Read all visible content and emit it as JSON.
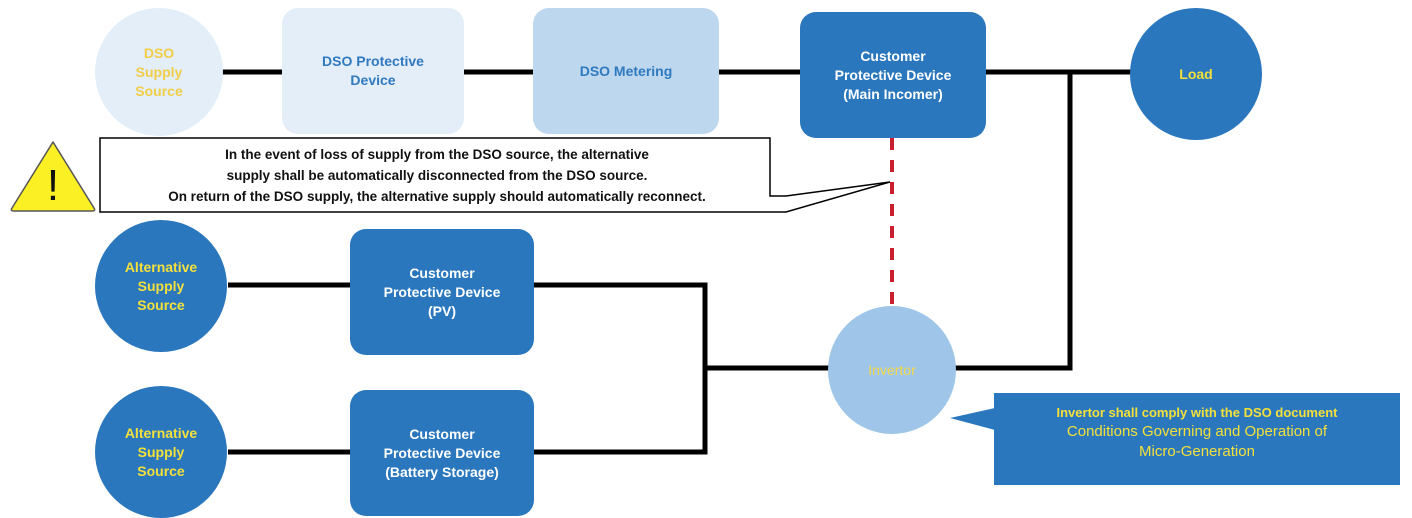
{
  "nodes": {
    "dso_source": "DSO Supply Source",
    "dso_protective": "DSO Protective Device",
    "dso_metering": "DSO Metering",
    "customer_main": [
      "Customer",
      "Protective Device",
      "(Main Incomer)"
    ],
    "load": "Load",
    "alt_source_1": [
      "Alternative",
      "Supply",
      "Source"
    ],
    "alt_source_2": [
      "Alternative",
      "Supply",
      "Source"
    ],
    "customer_pv": [
      "Customer",
      "Protective Device",
      "(PV)"
    ],
    "customer_battery": [
      "Customer",
      "Protective Device",
      "(Battery Storage)"
    ],
    "invertor": "Invertor"
  },
  "callout": {
    "lines": [
      "In the event of loss of supply from the DSO source, the alternative",
      "supply shall be automatically disconnected from the DSO source.",
      "On return of the DSO supply, the alternative supply should automatically reconnect."
    ],
    "warning_symbol": "!",
    "warning_icon": "warning-triangle-icon"
  },
  "note": {
    "heading": "Invertor shall comply with the DSO document",
    "body": [
      "Conditions Governing and Operation of",
      "Micro-Generation"
    ]
  },
  "colors": {
    "dark_blue": "#2a77bd",
    "pale_blue": "#e3eef8",
    "light_blue": "#bdd7ef",
    "invertor_blue": "#9fc6e8",
    "yellow": "#f4e03a",
    "link_red": "#c8202f"
  }
}
